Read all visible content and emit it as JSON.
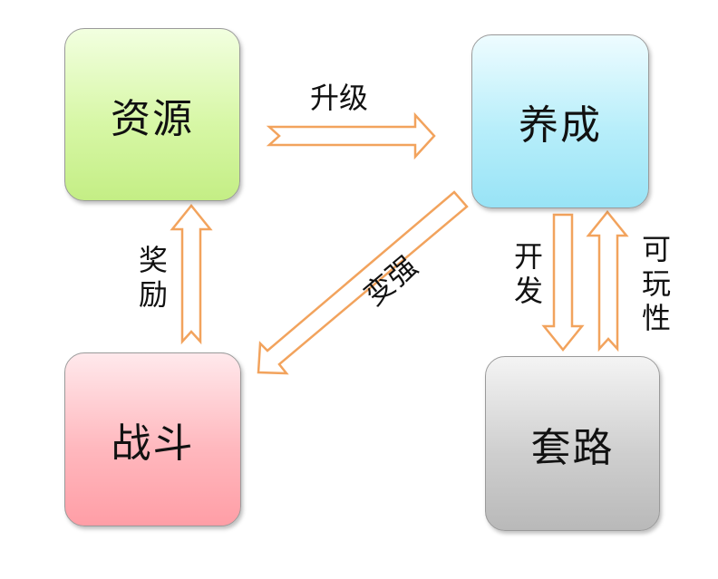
{
  "nodes": {
    "resources": "资源",
    "nurture": "养成",
    "battle": "战斗",
    "routine": "套路"
  },
  "edges": {
    "upgrade": "升级",
    "reward": "奖励",
    "stronger": "变强",
    "develop": "开发",
    "playable": "可玩性"
  },
  "colors": {
    "arrow_stroke": "#f2a35d",
    "resources_fill": "#d7f7a6",
    "nurture_fill": "#b7eefa",
    "battle_fill": "#ffb8be",
    "routine_fill": "#cfcfcf"
  }
}
